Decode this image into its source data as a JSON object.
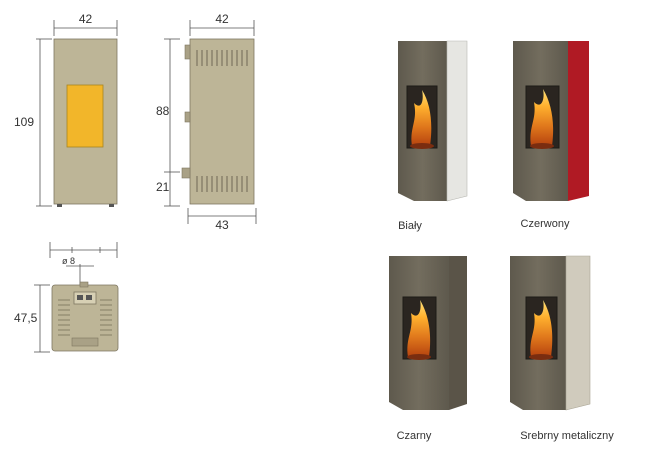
{
  "dimensions": {
    "front_width": "42",
    "front_height": "109",
    "side_top_width": "42",
    "side_upper_height": "88",
    "side_lower_height": "21",
    "side_bottom_width": "43",
    "top_depth": "47,5",
    "top_pipe": "ø 8"
  },
  "variants": [
    {
      "label": "Biały",
      "accent": "#e6e6e2"
    },
    {
      "label": "Czerwony",
      "accent": "#b01a24"
    },
    {
      "label": "Czarny",
      "accent": "#5a5448"
    },
    {
      "label": "Srebrny metaliczny",
      "accent": "#d0cbbd"
    }
  ],
  "colors": {
    "drawing_body": "#bdb597",
    "drawing_window": "#f2b62a",
    "stove_body": "#6c6658",
    "stove_dark": "#3d3a33",
    "flame_outer": "#e0781c",
    "flame_inner": "#ffd64a"
  }
}
